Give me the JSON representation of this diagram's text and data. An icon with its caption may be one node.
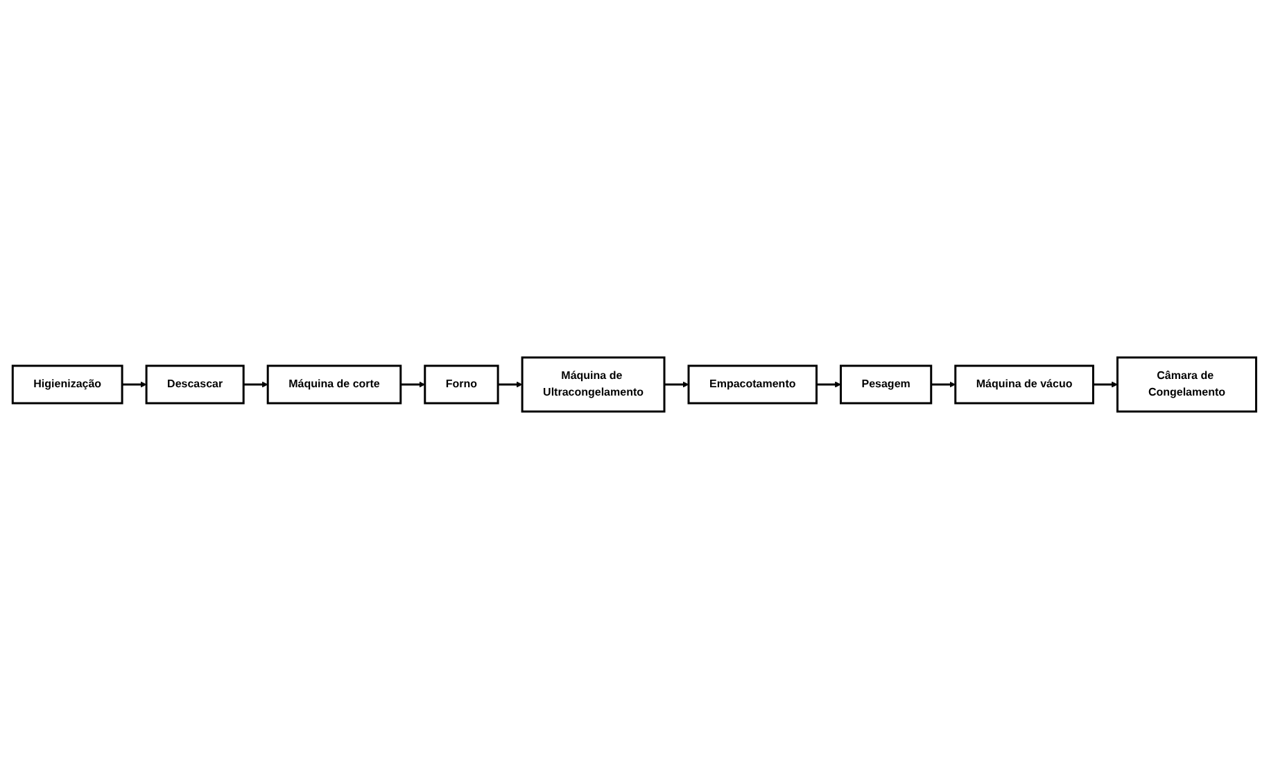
{
  "diagram": {
    "nodes": [
      {
        "text": [
          "Higienização"
        ]
      },
      {
        "text": [
          "Descascar"
        ]
      },
      {
        "text": [
          "Máquina de corte"
        ]
      },
      {
        "text": [
          "Forno"
        ]
      },
      {
        "text": [
          "Máquina de Ultracongelamento"
        ]
      },
      {
        "text": [
          "Empacotamento"
        ]
      },
      {
        "text": [
          "Pesagem"
        ]
      },
      {
        "text": [
          "Máquina de vácuo"
        ]
      },
      {
        "text": [
          "Câmara de Congelamento"
        ]
      }
    ],
    "edges": [
      {
        "from": 0,
        "to": 1,
        "arrow": "to"
      },
      {
        "from": 1,
        "to": 2,
        "arrow": "to"
      },
      {
        "from": 2,
        "to": 3,
        "arrow": "to"
      },
      {
        "from": 3,
        "to": 4,
        "arrow": "to"
      },
      {
        "from": 4,
        "to": 5,
        "arrow": "to"
      },
      {
        "from": 5,
        "to": 6,
        "arrow": "to"
      },
      {
        "from": 6,
        "to": 7,
        "arrow": "to"
      },
      {
        "from": 7,
        "to": 8,
        "arrow": "to"
      }
    ]
  }
}
